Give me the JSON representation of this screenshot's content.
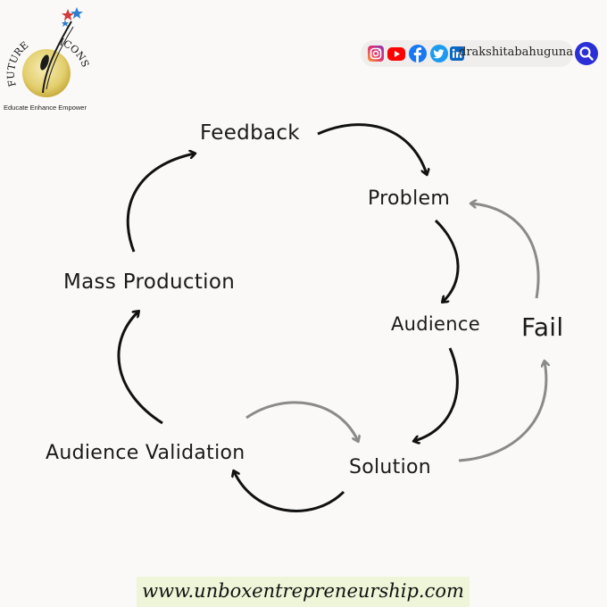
{
  "brand": {
    "logo_text_left": "FUTURE",
    "logo_text_right": "ICONS",
    "tagline": "Educate Enhance Empower"
  },
  "social": {
    "icons": [
      "instagram-icon",
      "youtube-icon",
      "facebook-icon",
      "twitter-icon",
      "linkedin-icon"
    ],
    "handle": "drakshitabahuguna"
  },
  "diagram": {
    "nodes": {
      "feedback": "Feedback",
      "problem": "Problem",
      "audience": "Audience",
      "fail": "Fail",
      "solution": "Solution",
      "audience_validation": "Audience Validation",
      "mass_production": "Mass Production"
    }
  },
  "footer": {
    "url": "www.unboxentrepreneurship.com"
  },
  "colors": {
    "arrow_black": "#111111",
    "arrow_gray": "#8a8a8a",
    "search_blue": "#2b2fd6",
    "footer_bg": "#eef5d8"
  }
}
